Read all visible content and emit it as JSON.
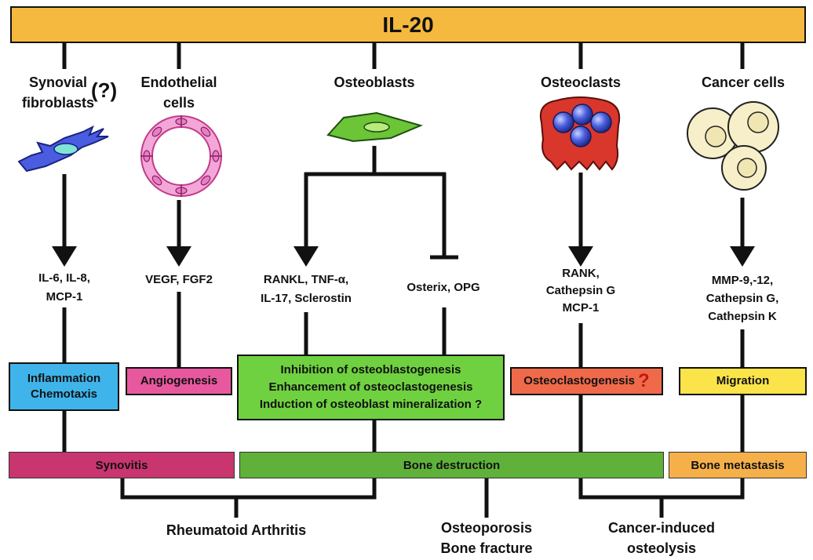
{
  "title": "IL-20",
  "cells": {
    "synovial": {
      "name": "Synovial fibroblasts",
      "line1": "Synovial",
      "line2": "fibroblasts",
      "mark": "(?)"
    },
    "endothelial": {
      "line1": "Endothelial",
      "line2": "cells"
    },
    "osteoblasts": {
      "name": "Osteoblasts"
    },
    "osteoclasts": {
      "name": "Osteoclasts"
    },
    "cancer": {
      "name": "Cancer cells"
    }
  },
  "mediators": {
    "synovial": [
      "IL-6, IL-8,",
      "MCP-1"
    ],
    "endothelial": [
      "VEGF, FGF2"
    ],
    "osteoblast_up": [
      "RANKL, TNF-α,",
      "IL-17, Sclerostin"
    ],
    "osteoblast_down": [
      "Osterix, OPG"
    ],
    "osteoclast": [
      "RANK,",
      "Cathepsin G",
      "MCP-1"
    ],
    "cancer": [
      "MMP-9,-12,",
      "Cathepsin G,",
      "Cathepsin K"
    ]
  },
  "effects": {
    "inflammation": [
      "Inflammation",
      "Chemotaxis"
    ],
    "angiogenesis": "Angiogenesis",
    "osteoblast": [
      "Inhibition of osteoblastogenesis",
      "Enhancement of osteoclastogenesis",
      "Induction of osteoblast mineralization ?"
    ],
    "osteoclastogenesis": "Osteoclastogenesis",
    "osteoclastogenesis_mark": "?",
    "migration": "Migration"
  },
  "outcomes": {
    "synovitis": "Synovitis",
    "bone_destruction": "Bone destruction",
    "bone_metastasis": "Bone metastasis"
  },
  "diseases": {
    "ra": "Rheumatoid Arthritis",
    "osteoporosis": [
      "Osteoporosis",
      "Bone fracture"
    ],
    "cancer": [
      "Cancer-induced",
      "osteolysis"
    ]
  },
  "colors": {
    "title_bar": "#f5b93f",
    "inflammation": "#3fb4ea",
    "angiogenesis": "#e8589f",
    "osteoblast_box": "#6fd13f",
    "osteoclastogenesis": "#ef6a4a",
    "migration": "#fbe34a",
    "synovitis": "#c8356f",
    "bone_destruction": "#5fb13a",
    "bone_metastasis": "#f5b04a"
  },
  "icons": [
    "synovial-fibroblast-icon",
    "endothelial-cell-ring-icon",
    "osteoblast-cell-icon",
    "osteoclast-cell-icon",
    "cancer-cells-icon"
  ]
}
